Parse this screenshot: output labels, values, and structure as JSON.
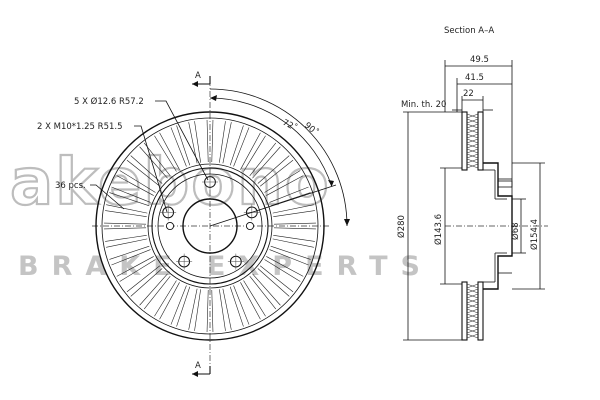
{
  "section_title": "Section A–A",
  "section_marker": "A",
  "front_view": {
    "bolt_holes_label": "5 X Ø12.6 R57.2",
    "thread_holes_label": "2 X M10*1.25 R51.5",
    "vanes_label": "36 pcs.",
    "angle_72": "72˚",
    "angle_90": "90˚"
  },
  "section_view": {
    "width_49_5": "49.5",
    "width_41_5": "41.5",
    "width_22": "22",
    "min_thickness": "Min. th. 20",
    "dia_280": "Ø280",
    "dia_143_6": "Ø143.6",
    "dia_68": "Ø68",
    "dia_154_4": "Ø154.4"
  },
  "watermark": {
    "brand": "akebono",
    "tagline": "BRAKE EXPERTS"
  },
  "colors": {
    "line": "#111111",
    "watermark": "#bdbdbd"
  }
}
